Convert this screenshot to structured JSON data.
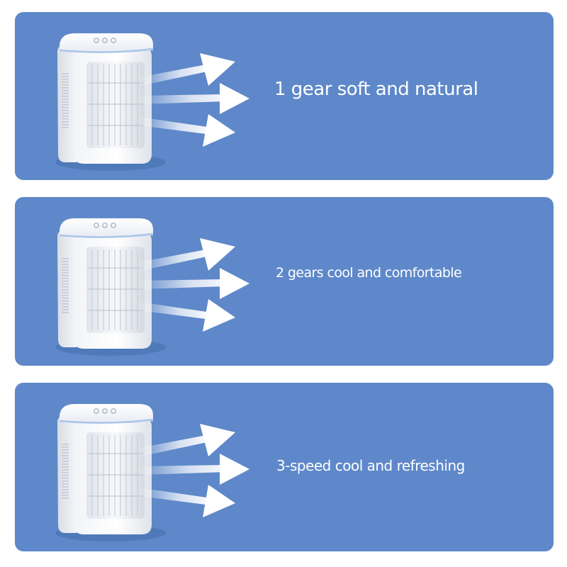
{
  "theme": {
    "panel_color": "#5e88c9",
    "text_color": "#ffffff"
  },
  "panels": [
    {
      "caption": "1 gear soft and natural",
      "icon": "air-cooler-airflow-icon"
    },
    {
      "caption": "2 gears cool and comfortable",
      "icon": "air-cooler-airflow-icon"
    },
    {
      "caption": "3-speed cool and refreshing",
      "icon": "air-cooler-airflow-icon"
    }
  ]
}
